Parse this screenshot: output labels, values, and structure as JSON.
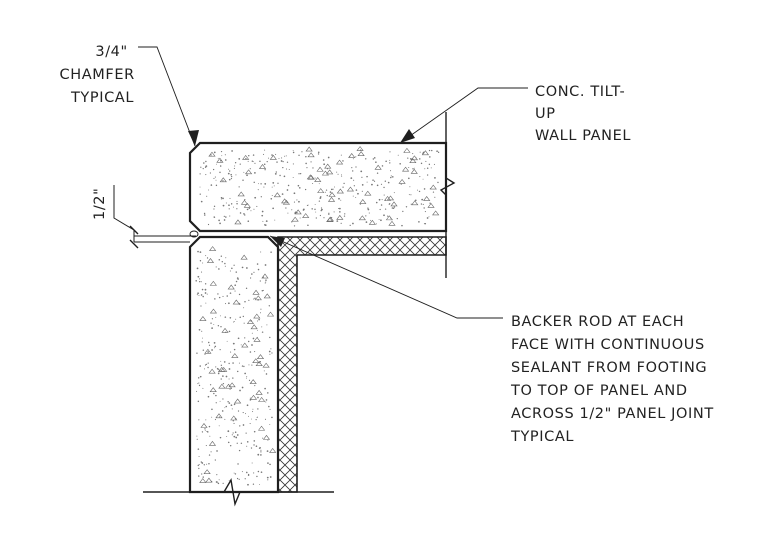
{
  "labels": {
    "chamfer": [
      "3/4\"",
      "CHAMFER",
      "TYPICAL"
    ],
    "panel": [
      "CONC. TILT-",
      "UP",
      "WALL PANEL"
    ],
    "joint": "1/2\"",
    "backer": [
      "BACKER ROD AT EACH",
      "FACE WITH CONTINUOUS",
      "SEALANT FROM FOOTING",
      "TO TOP OF PANEL AND",
      "ACROSS 1/2\" PANEL JOINT",
      "TYPICAL"
    ]
  }
}
